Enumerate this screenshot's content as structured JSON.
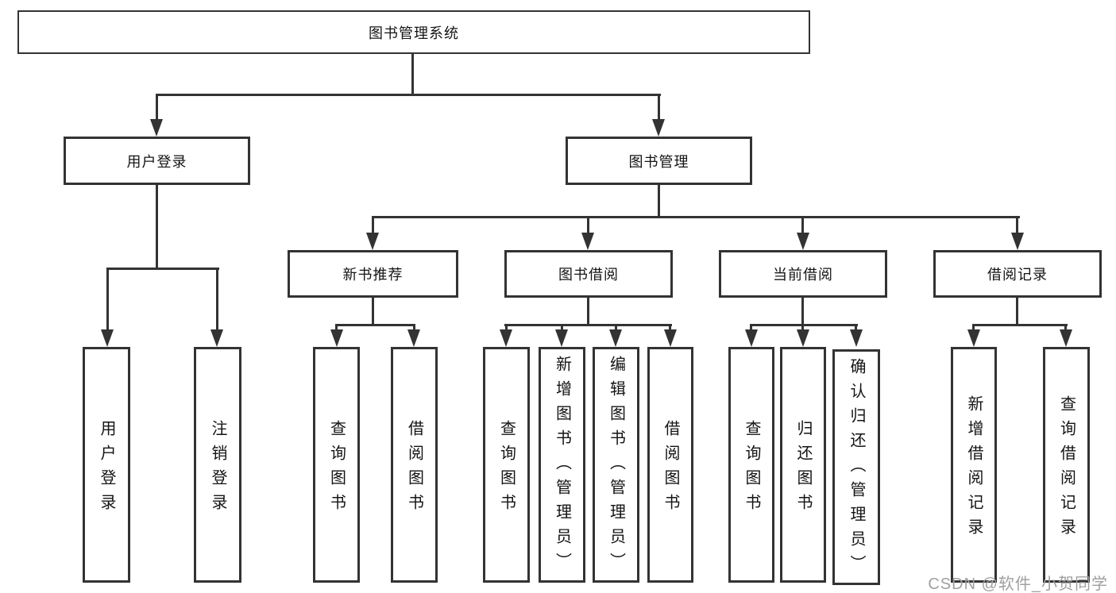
{
  "nodes": {
    "root": {
      "label": "图书管理系统"
    },
    "user_login": {
      "label": "用户登录"
    },
    "book_mgmt": {
      "label": "图书管理"
    },
    "new_book_rec": {
      "label": "新书推荐"
    },
    "book_borrow": {
      "label": "图书借阅"
    },
    "current_borrow": {
      "label": "当前借阅"
    },
    "borrow_record": {
      "label": "借阅记录"
    },
    "leaf_user_login": {
      "label": "用户登录"
    },
    "leaf_logout": {
      "label": "注销登录"
    },
    "nbr_query_book": {
      "label": "查询图书"
    },
    "nbr_borrow_book": {
      "label": "借阅图书"
    },
    "bb_query_book": {
      "label": "查询图书"
    },
    "bb_add_book": {
      "label": "新增图书（管理员）"
    },
    "bb_edit_book": {
      "label": "编辑图书（管理员）"
    },
    "bb_borrow_book": {
      "label": "借阅图书"
    },
    "cb_query_book": {
      "label": "查询图书"
    },
    "cb_return_book": {
      "label": "归还图书"
    },
    "cb_confirm_return": {
      "label": "确认归还（管理员）"
    },
    "br_add_record": {
      "label": "新增借阅记录"
    },
    "br_query_record": {
      "label": "查询借阅记录"
    }
  },
  "watermark": {
    "text": "CSDN @软件_小贺同学"
  },
  "colors": {
    "line": "#333333",
    "text": "#141414",
    "watermark": "#a0a0a0",
    "background": "#ffffff"
  }
}
